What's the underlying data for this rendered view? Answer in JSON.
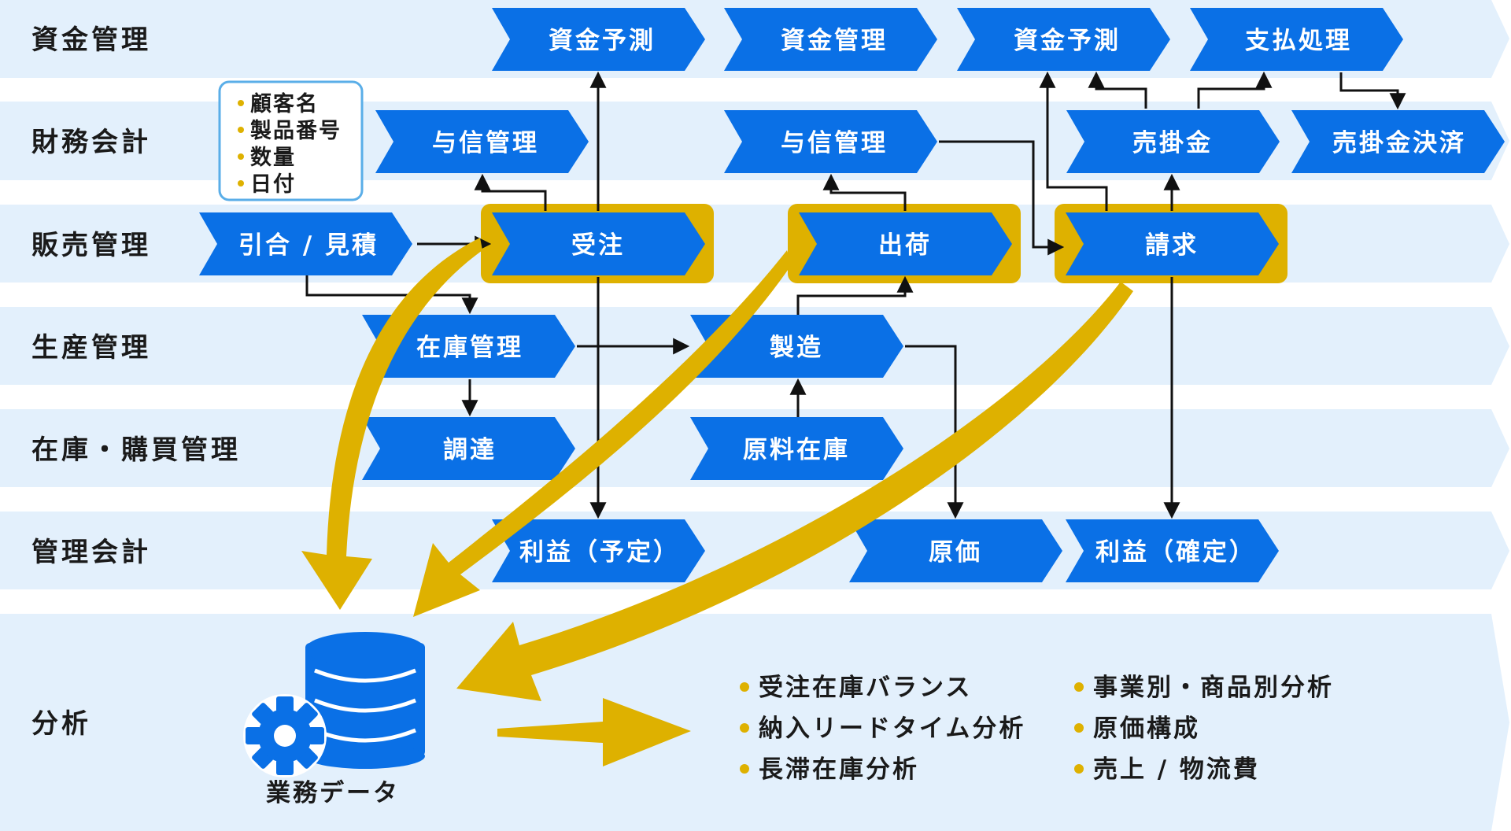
{
  "colors": {
    "lane_bg": "#e3f0fc",
    "node_fill": "#0a70e6",
    "highlight": "#deb100",
    "line": "#111111",
    "note_border": "#5aaee8",
    "bullet": "#deb100"
  },
  "lanes": [
    {
      "id": "funds",
      "label": "資金管理"
    },
    {
      "id": "finance",
      "label": "財務会計"
    },
    {
      "id": "sales",
      "label": "販売管理"
    },
    {
      "id": "production",
      "label": "生産管理"
    },
    {
      "id": "inventory",
      "label": "在庫・購買管理"
    },
    {
      "id": "mgmt",
      "label": "管理会計"
    },
    {
      "id": "analysis",
      "label": "分析"
    }
  ],
  "nodes": [
    {
      "id": "forecast1",
      "lane": "funds",
      "label": "資金予測"
    },
    {
      "id": "fundsmgmt",
      "lane": "funds",
      "label": "資金管理"
    },
    {
      "id": "forecast2",
      "lane": "funds",
      "label": "資金予測"
    },
    {
      "id": "payment",
      "lane": "funds",
      "label": "支払処理"
    },
    {
      "id": "credit1",
      "lane": "finance",
      "label": "与信管理"
    },
    {
      "id": "credit2",
      "lane": "finance",
      "label": "与信管理"
    },
    {
      "id": "receivable",
      "lane": "finance",
      "label": "売掛金"
    },
    {
      "id": "settlement",
      "lane": "finance",
      "label": "売掛金決済"
    },
    {
      "id": "quote",
      "lane": "sales",
      "label": "引合 / 見積"
    },
    {
      "id": "order",
      "lane": "sales",
      "label": "受注",
      "highlight": true
    },
    {
      "id": "ship",
      "lane": "sales",
      "label": "出荷",
      "highlight": true
    },
    {
      "id": "invoice",
      "lane": "sales",
      "label": "請求",
      "highlight": true
    },
    {
      "id": "stock",
      "lane": "production",
      "label": "在庫管理"
    },
    {
      "id": "manufacture",
      "lane": "production",
      "label": "製造"
    },
    {
      "id": "procure",
      "lane": "inventory",
      "label": "調達"
    },
    {
      "id": "rawstock",
      "lane": "inventory",
      "label": "原料在庫"
    },
    {
      "id": "profit_plan",
      "lane": "mgmt",
      "label": "利益（予定）"
    },
    {
      "id": "cost",
      "lane": "mgmt",
      "label": "原価"
    },
    {
      "id": "profit_final",
      "lane": "mgmt",
      "label": "利益（確定）"
    }
  ],
  "note": {
    "items": [
      "顧客名",
      "製品番号",
      "数量",
      "日付"
    ]
  },
  "database": {
    "label": "業務データ",
    "icon": "database-gear-icon"
  },
  "analysis_items": {
    "left": [
      "受注在庫バランス",
      "納入リードタイム分析",
      "長滞在庫分析"
    ],
    "right": [
      "事業別・商品別分析",
      "原価構成",
      "売上 / 物流費"
    ]
  }
}
